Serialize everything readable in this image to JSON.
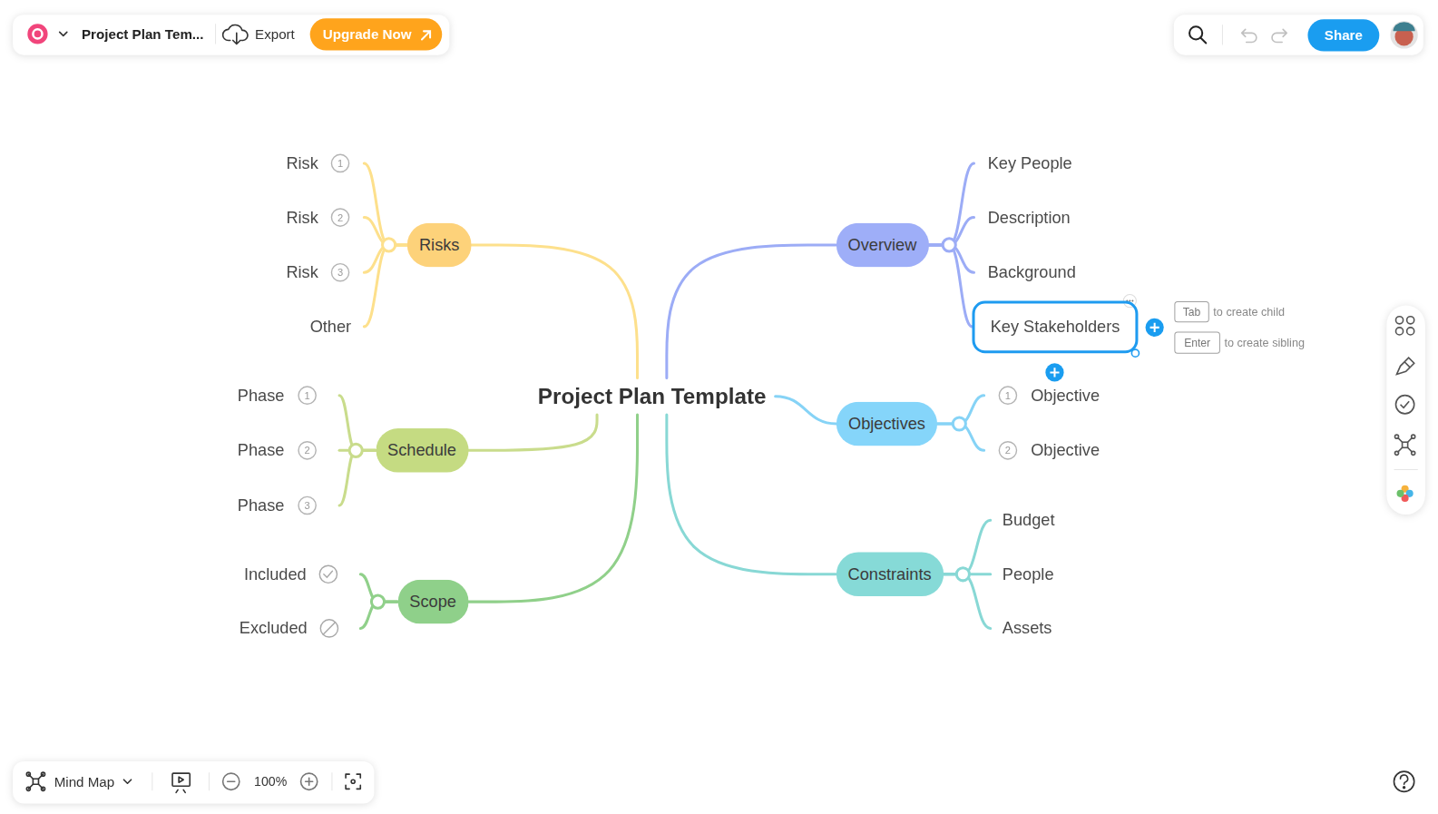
{
  "diagram": {
    "nodes": [
      {
        "text": [
          "Project Plan Template"
        ]
      },
      {
        "text": [
          "Risks"
        ]
      },
      {
        "text": [
          "Risk"
        ]
      },
      {
        "text": [
          "Risk"
        ]
      },
      {
        "text": [
          "Risk"
        ]
      },
      {
        "text": [
          "Other"
        ]
      },
      {
        "text": [
          "Schedule"
        ]
      },
      {
        "text": [
          "Phase"
        ]
      },
      {
        "text": [
          "Phase"
        ]
      },
      {
        "text": [
          "Phase"
        ]
      },
      {
        "text": [
          "Scope"
        ]
      },
      {
        "text": [
          "Included"
        ]
      },
      {
        "text": [
          "Excluded"
        ]
      },
      {
        "text": [
          "Overview"
        ]
      },
      {
        "text": [
          "Key People"
        ]
      },
      {
        "text": [
          "Description"
        ]
      },
      {
        "text": [
          "Background"
        ]
      },
      {
        "text": [
          "Key Stakeholders"
        ]
      },
      {
        "text": [
          "Objectives"
        ]
      },
      {
        "text": [
          "Objective"
        ]
      },
      {
        "text": [
          "Objective"
        ]
      },
      {
        "text": [
          "Constraints"
        ]
      },
      {
        "text": [
          "Budget"
        ]
      },
      {
        "text": [
          "People"
        ]
      },
      {
        "text": [
          "Assets"
        ]
      }
    ],
    "edges": [
      {
        "from": 0,
        "to": 1,
        "arrow": "none"
      },
      {
        "from": 1,
        "to": 2,
        "arrow": "none"
      },
      {
        "from": 1,
        "to": 3,
        "arrow": "none"
      },
      {
        "from": 1,
        "to": 4,
        "arrow": "none"
      },
      {
        "from": 1,
        "to": 5,
        "arrow": "none"
      },
      {
        "from": 0,
        "to": 6,
        "arrow": "none"
      },
      {
        "from": 6,
        "to": 7,
        "arrow": "none"
      },
      {
        "from": 6,
        "to": 8,
        "arrow": "none"
      },
      {
        "from": 6,
        "to": 9,
        "arrow": "none"
      },
      {
        "from": 0,
        "to": 10,
        "arrow": "none"
      },
      {
        "from": 10,
        "to": 11,
        "arrow": "none"
      },
      {
        "from": 10,
        "to": 12,
        "arrow": "none"
      },
      {
        "from": 0,
        "to": 13,
        "arrow": "none"
      },
      {
        "from": 13,
        "to": 14,
        "arrow": "none"
      },
      {
        "from": 13,
        "to": 15,
        "arrow": "none"
      },
      {
        "from": 13,
        "to": 16,
        "arrow": "none"
      },
      {
        "from": 13,
        "to": 17,
        "arrow": "none"
      },
      {
        "from": 0,
        "to": 18,
        "arrow": "none"
      },
      {
        "from": 18,
        "to": 19,
        "arrow": "none"
      },
      {
        "from": 18,
        "to": 20,
        "arrow": "none"
      },
      {
        "from": 0,
        "to": 21,
        "arrow": "none"
      },
      {
        "from": 21,
        "to": 22,
        "arrow": "none"
      },
      {
        "from": 21,
        "to": 23,
        "arrow": "none"
      },
      {
        "from": 21,
        "to": 24,
        "arrow": "none"
      }
    ],
    "labels": [
      "Project Plan Tem...",
      "Export",
      "Upgrade Now",
      "Share",
      "1",
      "2",
      "3",
      "Tab",
      "to create child",
      "Enter",
      "to create sibling",
      "1",
      "2",
      "3",
      "1",
      "2",
      "Mind Map",
      "100%"
    ]
  }
}
